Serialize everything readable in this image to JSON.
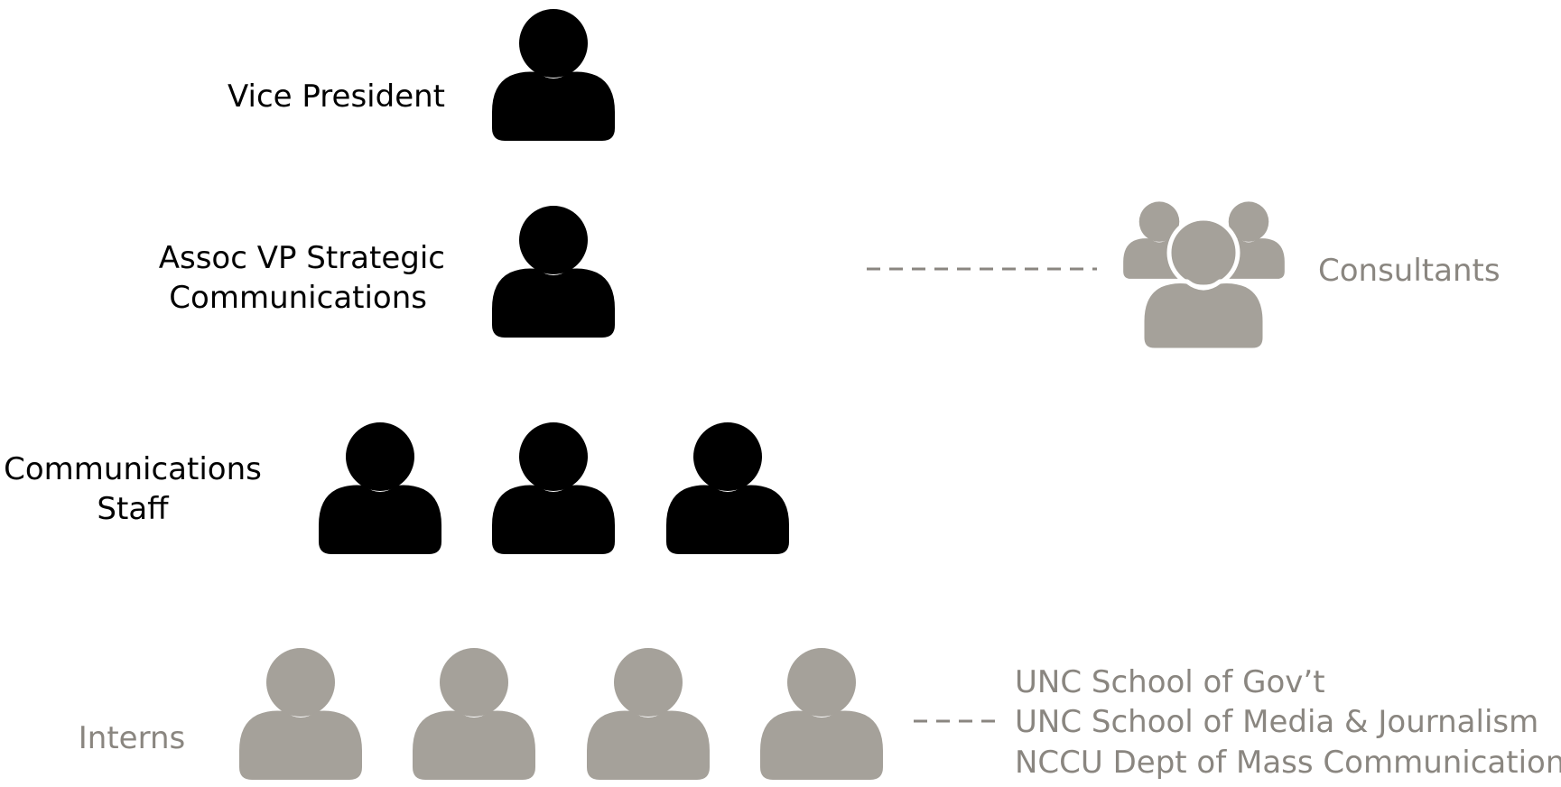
{
  "colors": {
    "primary": "#000000",
    "secondary": "#a5a19a",
    "secondary_text": "#8a8680",
    "background": "#ffffff"
  },
  "levels": {
    "vice_president": {
      "label": "Vice President",
      "icon": "person-icon"
    },
    "assoc_vp": {
      "label_line1": "Assoc VP Strategic",
      "label_line2": "Communications",
      "icon": "person-icon"
    },
    "staff": {
      "label_line1": "Communications",
      "label_line2": "Staff",
      "count": 3,
      "icon": "person-icon"
    },
    "interns": {
      "label": "Interns",
      "count": 4,
      "icon": "person-icon"
    }
  },
  "consultants": {
    "label": "Consultants",
    "icon": "group-icon"
  },
  "intern_sources": [
    "UNC School of Gov’t",
    "UNC School of Media & Journalism",
    "NCCU Dept of Mass Communications"
  ]
}
